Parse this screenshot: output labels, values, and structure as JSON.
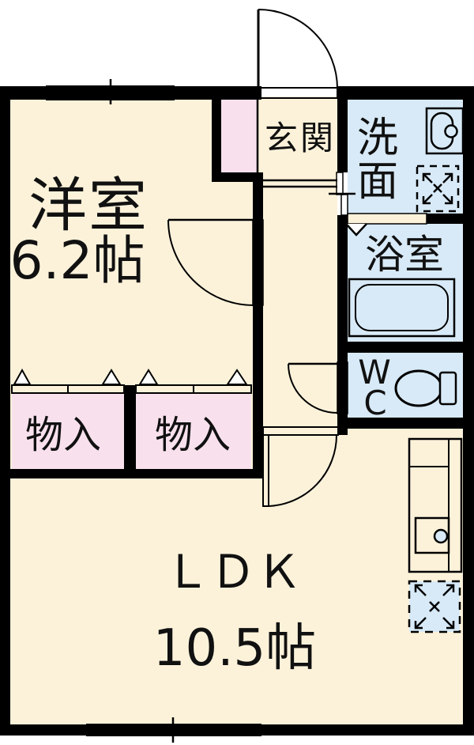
{
  "floorplan": {
    "type": "japanese-apartment-floorplan",
    "rooms": {
      "western_room": {
        "name": "洋室",
        "size": "6.2帖"
      },
      "entrance": {
        "name": "玄関"
      },
      "washroom": {
        "name": "洗面",
        "chars": [
          "洗",
          "面"
        ]
      },
      "bathroom": {
        "name": "浴室"
      },
      "toilet": {
        "name": "WC",
        "chars": [
          "W",
          "C"
        ]
      },
      "storage_left": {
        "name": "物入"
      },
      "storage_right": {
        "name": "物入"
      },
      "ldk": {
        "name": "ＬＤＫ",
        "size": "10.5帖"
      }
    },
    "colors": {
      "room_floor": "#FCF2DA",
      "wet_area": "#D8EAF7",
      "closet": "#F8E1ED",
      "wall": "#000000",
      "background": "#FFFFFF"
    }
  }
}
